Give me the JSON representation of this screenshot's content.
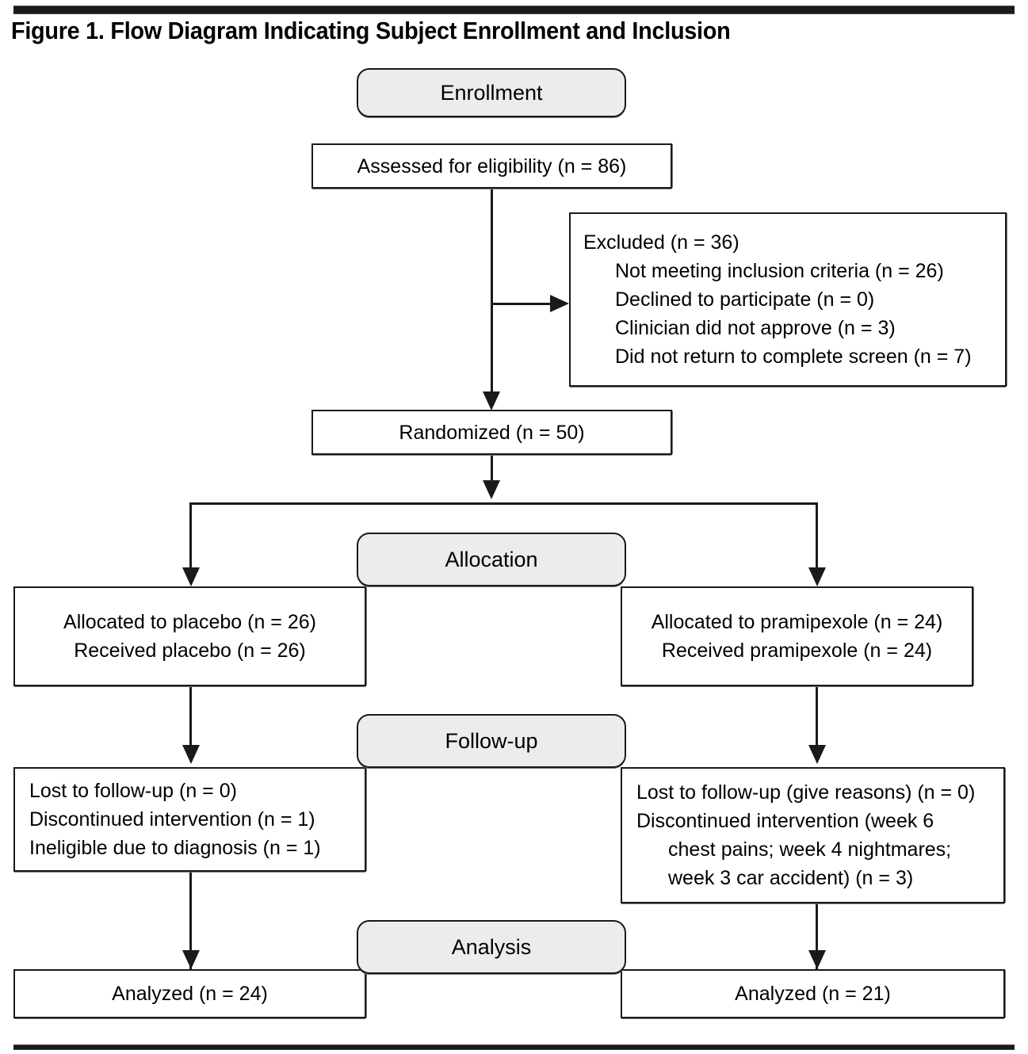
{
  "figure": {
    "title": "Figure 1. Flow Diagram Indicating Subject Enrollment and Inclusion"
  },
  "stages": {
    "enrollment": "Enrollment",
    "allocation": "Allocation",
    "followup": "Follow-up",
    "analysis": "Analysis"
  },
  "nodes": {
    "assessed": {
      "line1": "Assessed for eligibility (n = 86)"
    },
    "excluded": {
      "heading": "Excluded (n = 36)",
      "reasons": [
        "Not meeting inclusion criteria (n = 26)",
        "Declined to participate (n = 0)",
        "Clinician did not approve (n = 3)",
        "Did not return to complete screen (n = 7)"
      ]
    },
    "randomized": {
      "line1": "Randomized (n = 50)"
    },
    "alloc_left": {
      "line1": "Allocated to placebo (n = 26)",
      "line2": "Received placebo (n = 26)"
    },
    "alloc_right": {
      "line1": "Allocated to pramipexole (n = 24)",
      "line2": "Received pramipexole (n = 24)"
    },
    "followup_left": {
      "line1": "Lost to follow-up (n = 0)",
      "line2": "Discontinued intervention (n = 1)",
      "line3": "Ineligible due to diagnosis (n = 1)"
    },
    "followup_right": {
      "line1": "Lost to follow-up (give reasons) (n = 0)",
      "line2": "Discontinued intervention (week 6",
      "line3": "chest pains; week 4 nightmares;",
      "line4": "week 3 car accident) (n = 3)"
    },
    "analyzed_left": {
      "line1": "Analyzed (n = 24)"
    },
    "analyzed_right": {
      "line1": "Analyzed (n = 21)"
    }
  },
  "colors": {
    "stroke": "#1a1a1a",
    "pill_fill": "#ececeb",
    "node_fill": "#ffffff",
    "background": "#ffffff"
  }
}
